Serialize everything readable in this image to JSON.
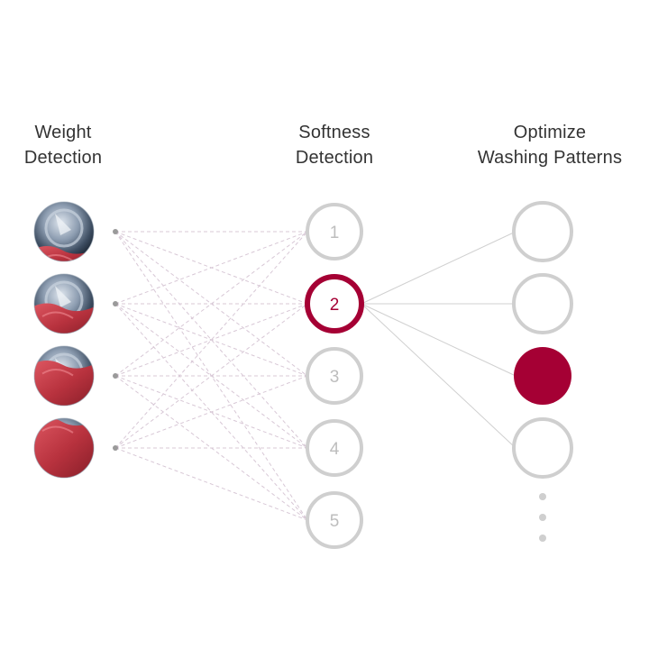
{
  "columns": {
    "weight": {
      "title_lines": [
        "Weight",
        "Detection"
      ]
    },
    "softness": {
      "title_lines": [
        "Softness",
        "Detection"
      ]
    },
    "optimize": {
      "title_lines": [
        "Optimize",
        "Washing Patterns"
      ]
    }
  },
  "weight_inputs": [
    {
      "icon": "drum-light-load-icon",
      "fill_fraction": 0.25
    },
    {
      "icon": "drum-medium-load-icon",
      "fill_fraction": 0.5
    },
    {
      "icon": "drum-heavy-load-icon",
      "fill_fraction": 0.75
    },
    {
      "icon": "drum-full-load-icon",
      "fill_fraction": 1.0
    }
  ],
  "softness_levels": [
    "1",
    "2",
    "3",
    "4",
    "5"
  ],
  "selected_softness": "2",
  "patterns": {
    "count_shown": 4,
    "selected_index": 2,
    "more_indicator": "vertical-ellipsis"
  },
  "colors": {
    "accent": "#a50034",
    "node_outline": "#cfcfcf",
    "label_grey": "#bdbdbd",
    "connection_dashed": "#d8c8d6",
    "connection_solid": "#d0d0d0",
    "dot": "#9a9a9a",
    "title_text": "#333333"
  }
}
